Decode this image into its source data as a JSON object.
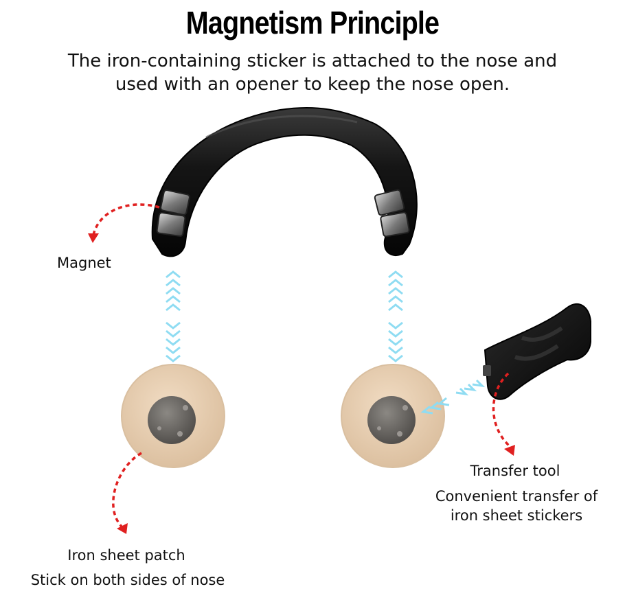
{
  "title": "Magnetism Principle",
  "subtitle": {
    "line1": "The iron-containing sticker is attached to the nose and",
    "line2": "used with an opener to keep the nose open."
  },
  "labels": {
    "magnet": "Magnet",
    "transfer_tool": "Transfer tool",
    "transfer_desc_1": "Convenient transfer of",
    "transfer_desc_2": "iron sheet stickers",
    "iron_patch": "Iron sheet patch",
    "iron_patch_desc": "Stick on both sides of nose"
  },
  "colors": {
    "arrow_red": "#e02020",
    "magnetic_cyan": "#8fdcf2",
    "patch_beige": "#e9d2b7",
    "iron_gray": "#6d6a66",
    "device_black": "#141414"
  }
}
